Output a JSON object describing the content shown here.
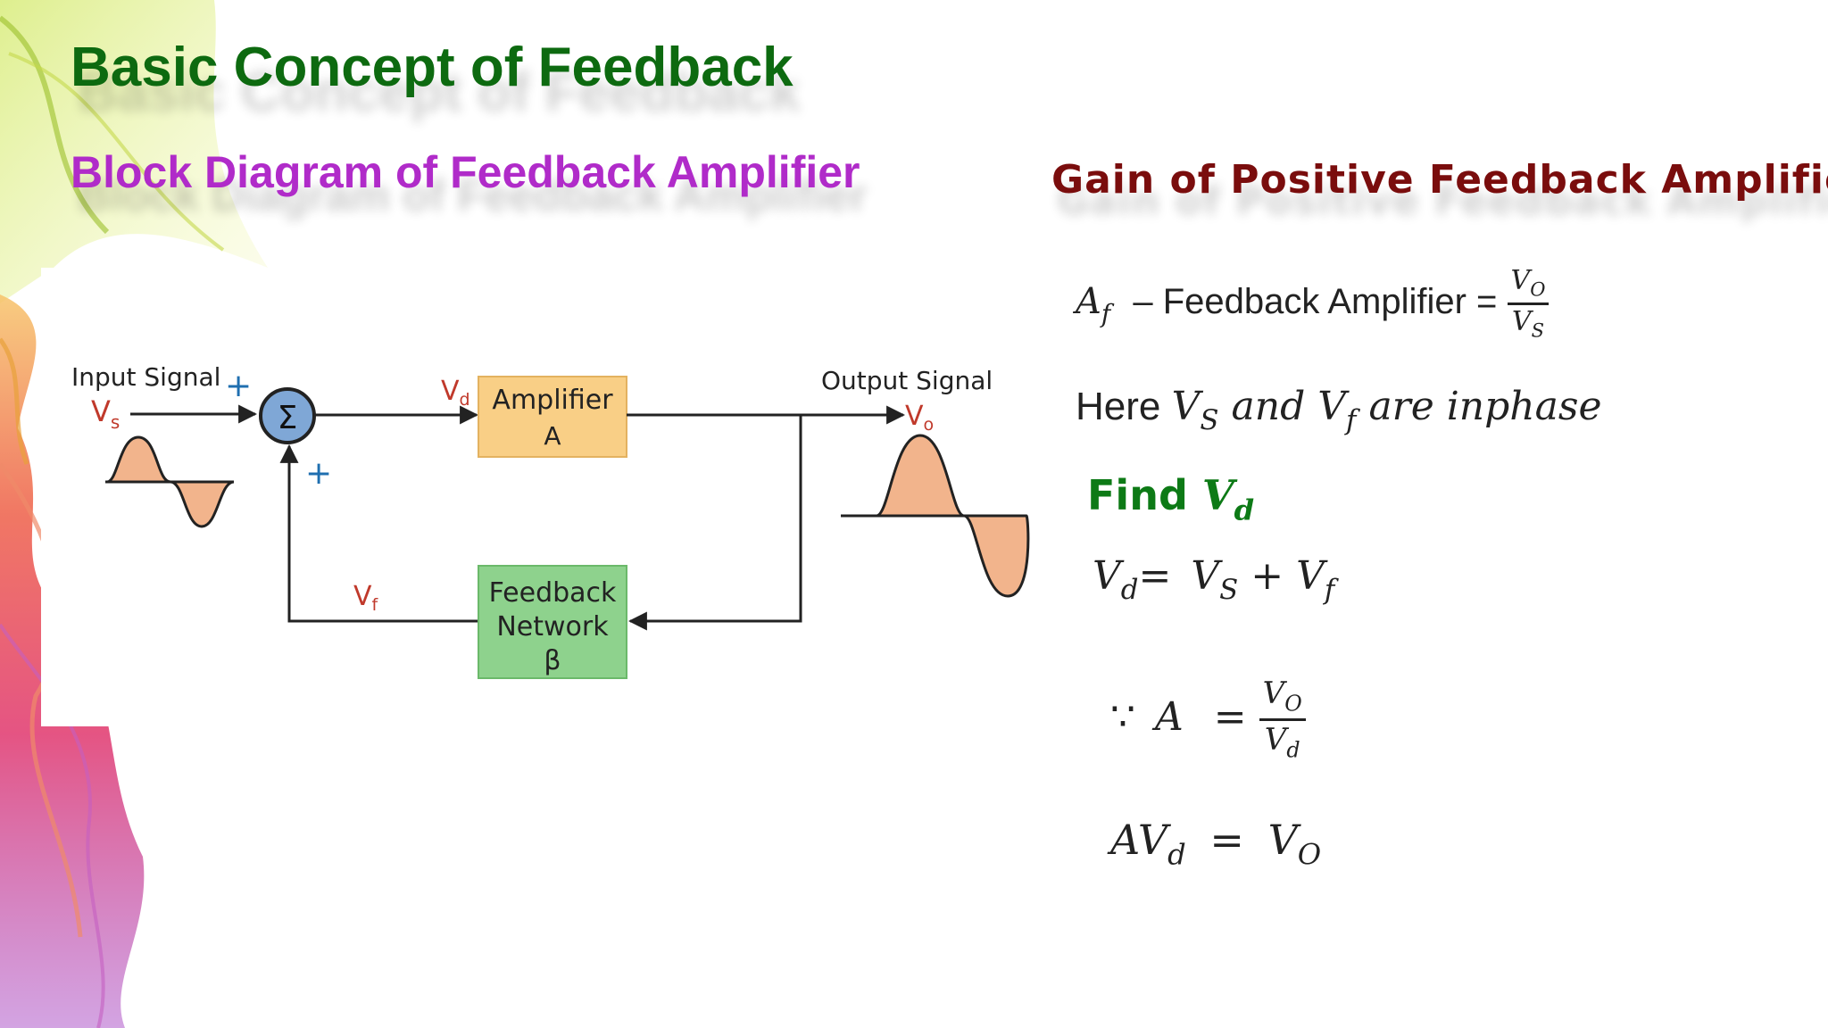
{
  "slide": {
    "title": "Basic Concept of Feedback",
    "subtitle": "Block Diagram of Feedback Amplifier",
    "right_title": "Gain of Positive Feedback Amplifier"
  },
  "diagram": {
    "input_label": "Input Signal",
    "input_symbol": "V",
    "input_sub": "s",
    "sum_symbol": "Σ",
    "plus_top": "+",
    "plus_bottom": "+",
    "vd_symbol": "V",
    "vd_sub": "d",
    "amplifier_line1": "Amplifier",
    "amplifier_line2": "A",
    "output_label": "Output Signal",
    "output_symbol": "V",
    "output_sub": "o",
    "vf_symbol": "V",
    "vf_sub": "f",
    "feedback_line1": "Feedback",
    "feedback_line2": "Network",
    "feedback_line3": "β",
    "colors": {
      "amplifier_fill": "#f9cf86",
      "feedback_fill": "#8ed28d",
      "sum_fill": "#7fa7d6",
      "signal_fill": "#f2b48c",
      "symbol_red": "#c0392b",
      "plus_blue": "#1f6fb0"
    }
  },
  "equations": {
    "af_lhs_A": "A",
    "af_lhs_sub": "f",
    "af_text": "– Feedback Amplifier =",
    "af_num_V": "V",
    "af_num_sub": "O",
    "af_den_V": "V",
    "af_den_sub": "S",
    "here_text": "Here",
    "here_v1": "V",
    "here_v1_sub": "S",
    "here_and": "and",
    "here_v2": "V",
    "here_v2_sub": "f",
    "here_rest": "are inphase",
    "find_text": "Find",
    "find_var": "V",
    "find_sub": "d",
    "eq1_lhs": "V",
    "eq1_lhs_sub": "d",
    "eq1_eq": "=",
    "eq1_v1": "V",
    "eq1_v1_sub": "S",
    "eq1_plus": "+",
    "eq1_v2": "V",
    "eq1_v2_sub": "f",
    "eq2_because": "∵",
    "eq2_A": "A",
    "eq2_eq": "=",
    "eq2_num": "V",
    "eq2_num_sub": "O",
    "eq2_den": "V",
    "eq2_den_sub": "d",
    "eq3_lhs": "AV",
    "eq3_lhs_sub": "d",
    "eq3_eq": "=",
    "eq3_rhs": "V",
    "eq3_rhs_sub": "O"
  }
}
